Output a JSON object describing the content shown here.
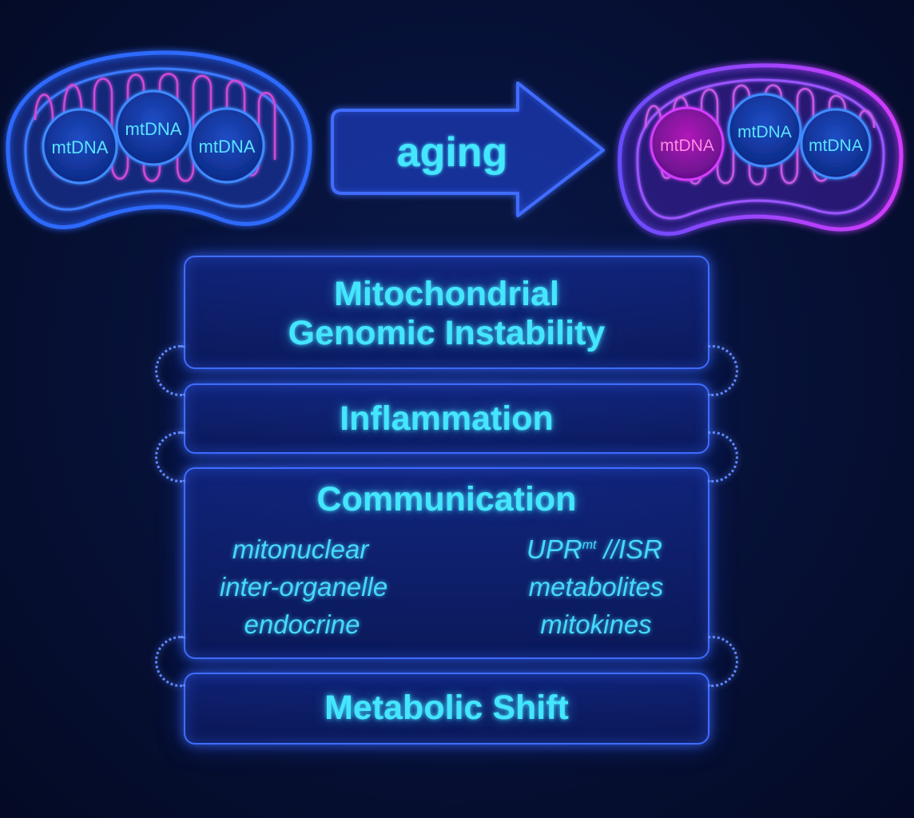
{
  "left_mito": {
    "dna": [
      "mtDNA",
      "mtDNA",
      "mtDNA"
    ]
  },
  "right_mito": {
    "dna": [
      "mtDNA",
      "mtDNA",
      "mtDNA"
    ]
  },
  "arrow": {
    "label": "aging"
  },
  "boxes": {
    "genomic": {
      "line1": "Mitochondrial",
      "line2": "Genomic Instability"
    },
    "inflammation": {
      "title": "Inflammation"
    },
    "communication": {
      "title": "Communication",
      "left_items": [
        "mitonuclear",
        "inter-organelle",
        "endocrine"
      ],
      "right_items": [
        "UPR",
        "metabolites",
        "mitokines"
      ],
      "upr_superscript": "mt",
      "upr_suffix": " //ISR"
    },
    "metabolic": {
      "title": "Metabolic Shift"
    }
  },
  "colors": {
    "accent_cyan": "#44e6ff",
    "box_border": "#3f6dff",
    "magenta": "#d43cff",
    "mito_blue": "#2f6bff"
  }
}
